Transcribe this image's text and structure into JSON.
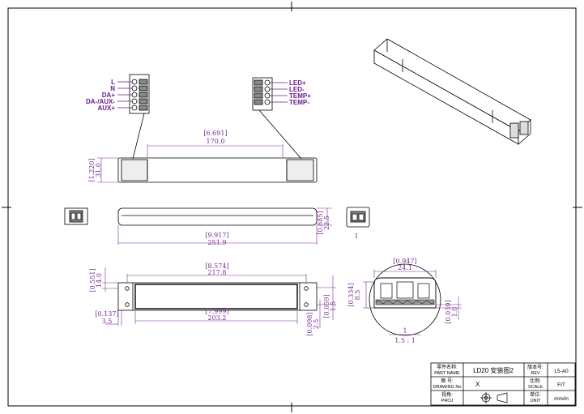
{
  "left_terminal": {
    "labels": [
      "L",
      "N",
      "DA+",
      "DA-/AUX-",
      "AUX+"
    ]
  },
  "right_terminal": {
    "labels": [
      "LED+",
      "LED-",
      "TEMP+",
      "TEMP-"
    ]
  },
  "dims": {
    "top_width_in": "[6.691]",
    "top_width_mm": "170.0",
    "top_height_in": "[1.220]",
    "top_height_mm": "31.0",
    "side_length_in": "[9.917]",
    "side_length_mm": "251.9",
    "side_height_in": "[0.885]",
    "side_height_mm": "22.5",
    "mount_width_in": "[8.574]",
    "mount_width_mm": "217.8",
    "mount_left_in": "[0.551]",
    "mount_left_mm": "14.0",
    "mount_hole_in": "[7.999]",
    "mount_hole_mm": "203.2",
    "mount_end_in": "[0.137]",
    "mount_end_mm": "3.5",
    "mount_h2_in": "[0.098]",
    "mount_h2_mm": "2.5",
    "mount_h1_in": "[0.059]",
    "mount_h1_mm": "1.5",
    "sec_width_in": "[0.947]",
    "sec_width_mm": "24.1",
    "sec_h_in": "[0.334]",
    "sec_h_mm": "8.5",
    "sec_base_in": "[0.039]",
    "sec_base_mm": "1.0"
  },
  "scale_note": {
    "top": "1",
    "bottom": "1.5 : 1"
  },
  "detail_label": "I",
  "title_block": {
    "part_name_label_cn": "零件名称:",
    "part_name_label_en": "PART NAME",
    "part_name_value": "LD20 安装图2",
    "rev_label_cn": "版本号:",
    "rev_label_en": "REV",
    "rev_value": "L5-A0",
    "drawing_label_cn": "图 号:",
    "drawing_label_en": "DRAWING No",
    "drawing_value": "X",
    "scale_label_cn": "比例:",
    "scale_label_en": "SCALE",
    "scale_value": "FIT",
    "proj_label_cn": "视角:",
    "proj_label_en": "PROJ",
    "unit_label_cn": "单位:",
    "unit_label_en": "UNIT",
    "unit_value": "mm/in"
  }
}
